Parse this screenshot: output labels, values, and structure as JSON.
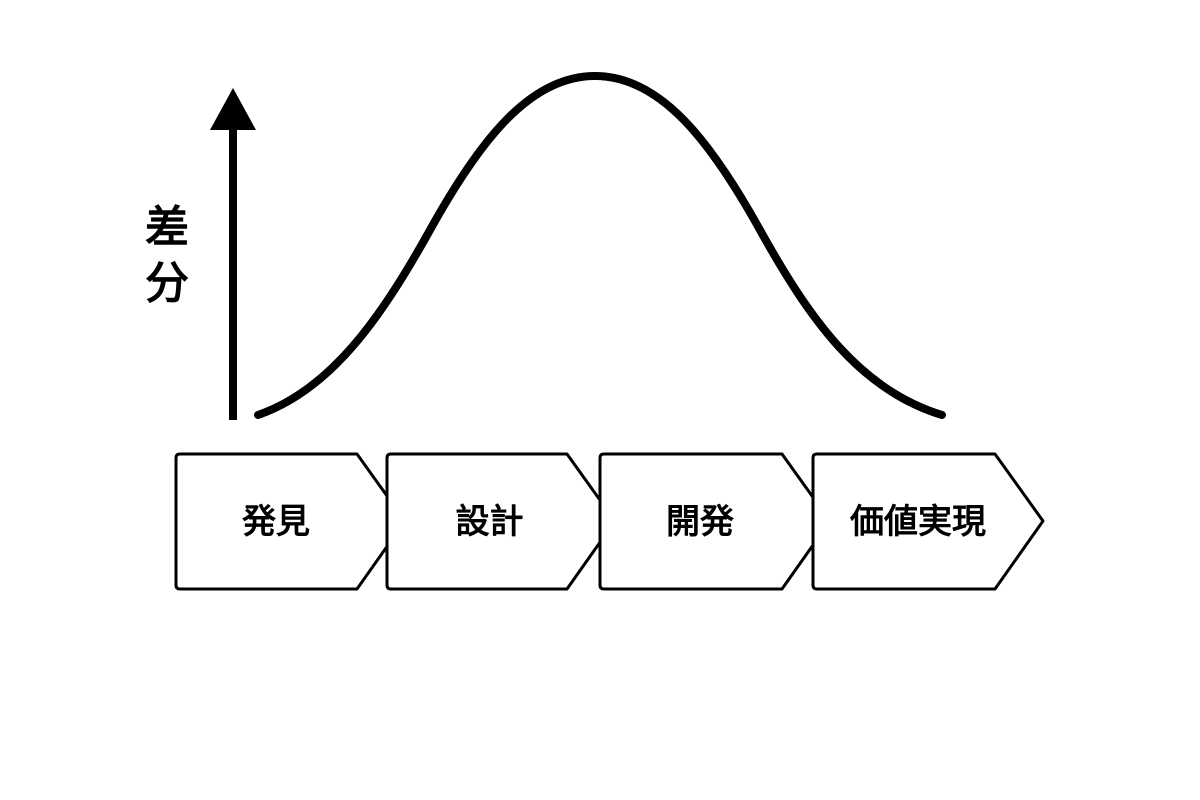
{
  "y_axis": {
    "label_line1": "差",
    "label_line2": "分"
  },
  "curve": {
    "shape": "bell",
    "stroke_color": "#000000"
  },
  "stages": [
    {
      "label": "発見"
    },
    {
      "label": "設計"
    },
    {
      "label": "開発"
    },
    {
      "label": "価値実現"
    }
  ]
}
